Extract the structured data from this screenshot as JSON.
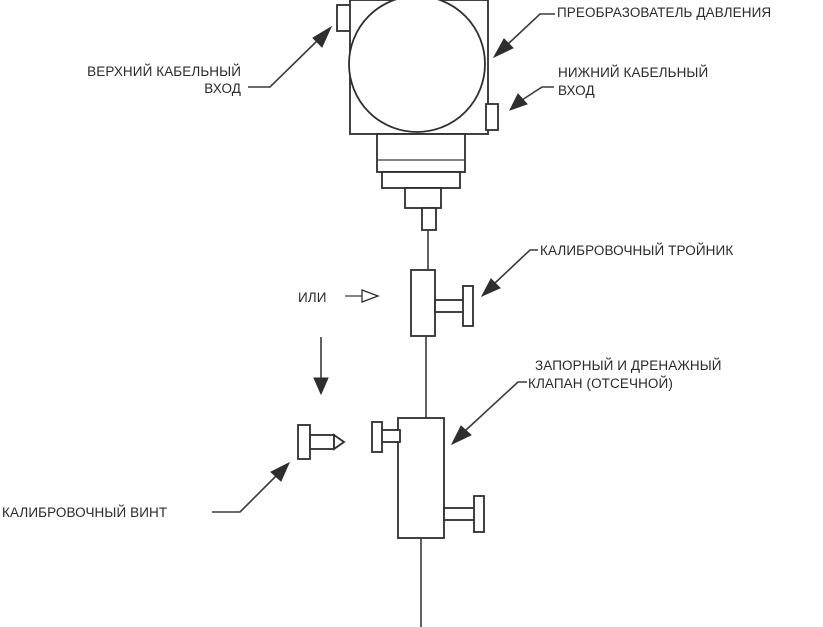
{
  "labels": {
    "transmitter": "ПРЕОБРАЗОВАТЕЛЬ ДАВЛЕНИЯ",
    "upper_entry_1": "ВЕРХНИЙ КАБЕЛЬНЫЙ",
    "upper_entry_2": "ВХОД",
    "lower_entry_1": "НИЖНИЙ КАБЕЛЬНЫЙ",
    "lower_entry_2": "ВХОД",
    "calibration_tee": "КАЛИБРОВОЧНЫЙ ТРОЙНИК",
    "or": "ИЛИ",
    "block_valve_1": "ЗАПОРНЫЙ И ДРЕНАЖНЫЙ",
    "block_valve_2": "КЛАПАН (ОТСЕЧНОЙ)",
    "calibration_screw": "КАЛИБРОВОЧНЫЙ ВИНТ"
  }
}
